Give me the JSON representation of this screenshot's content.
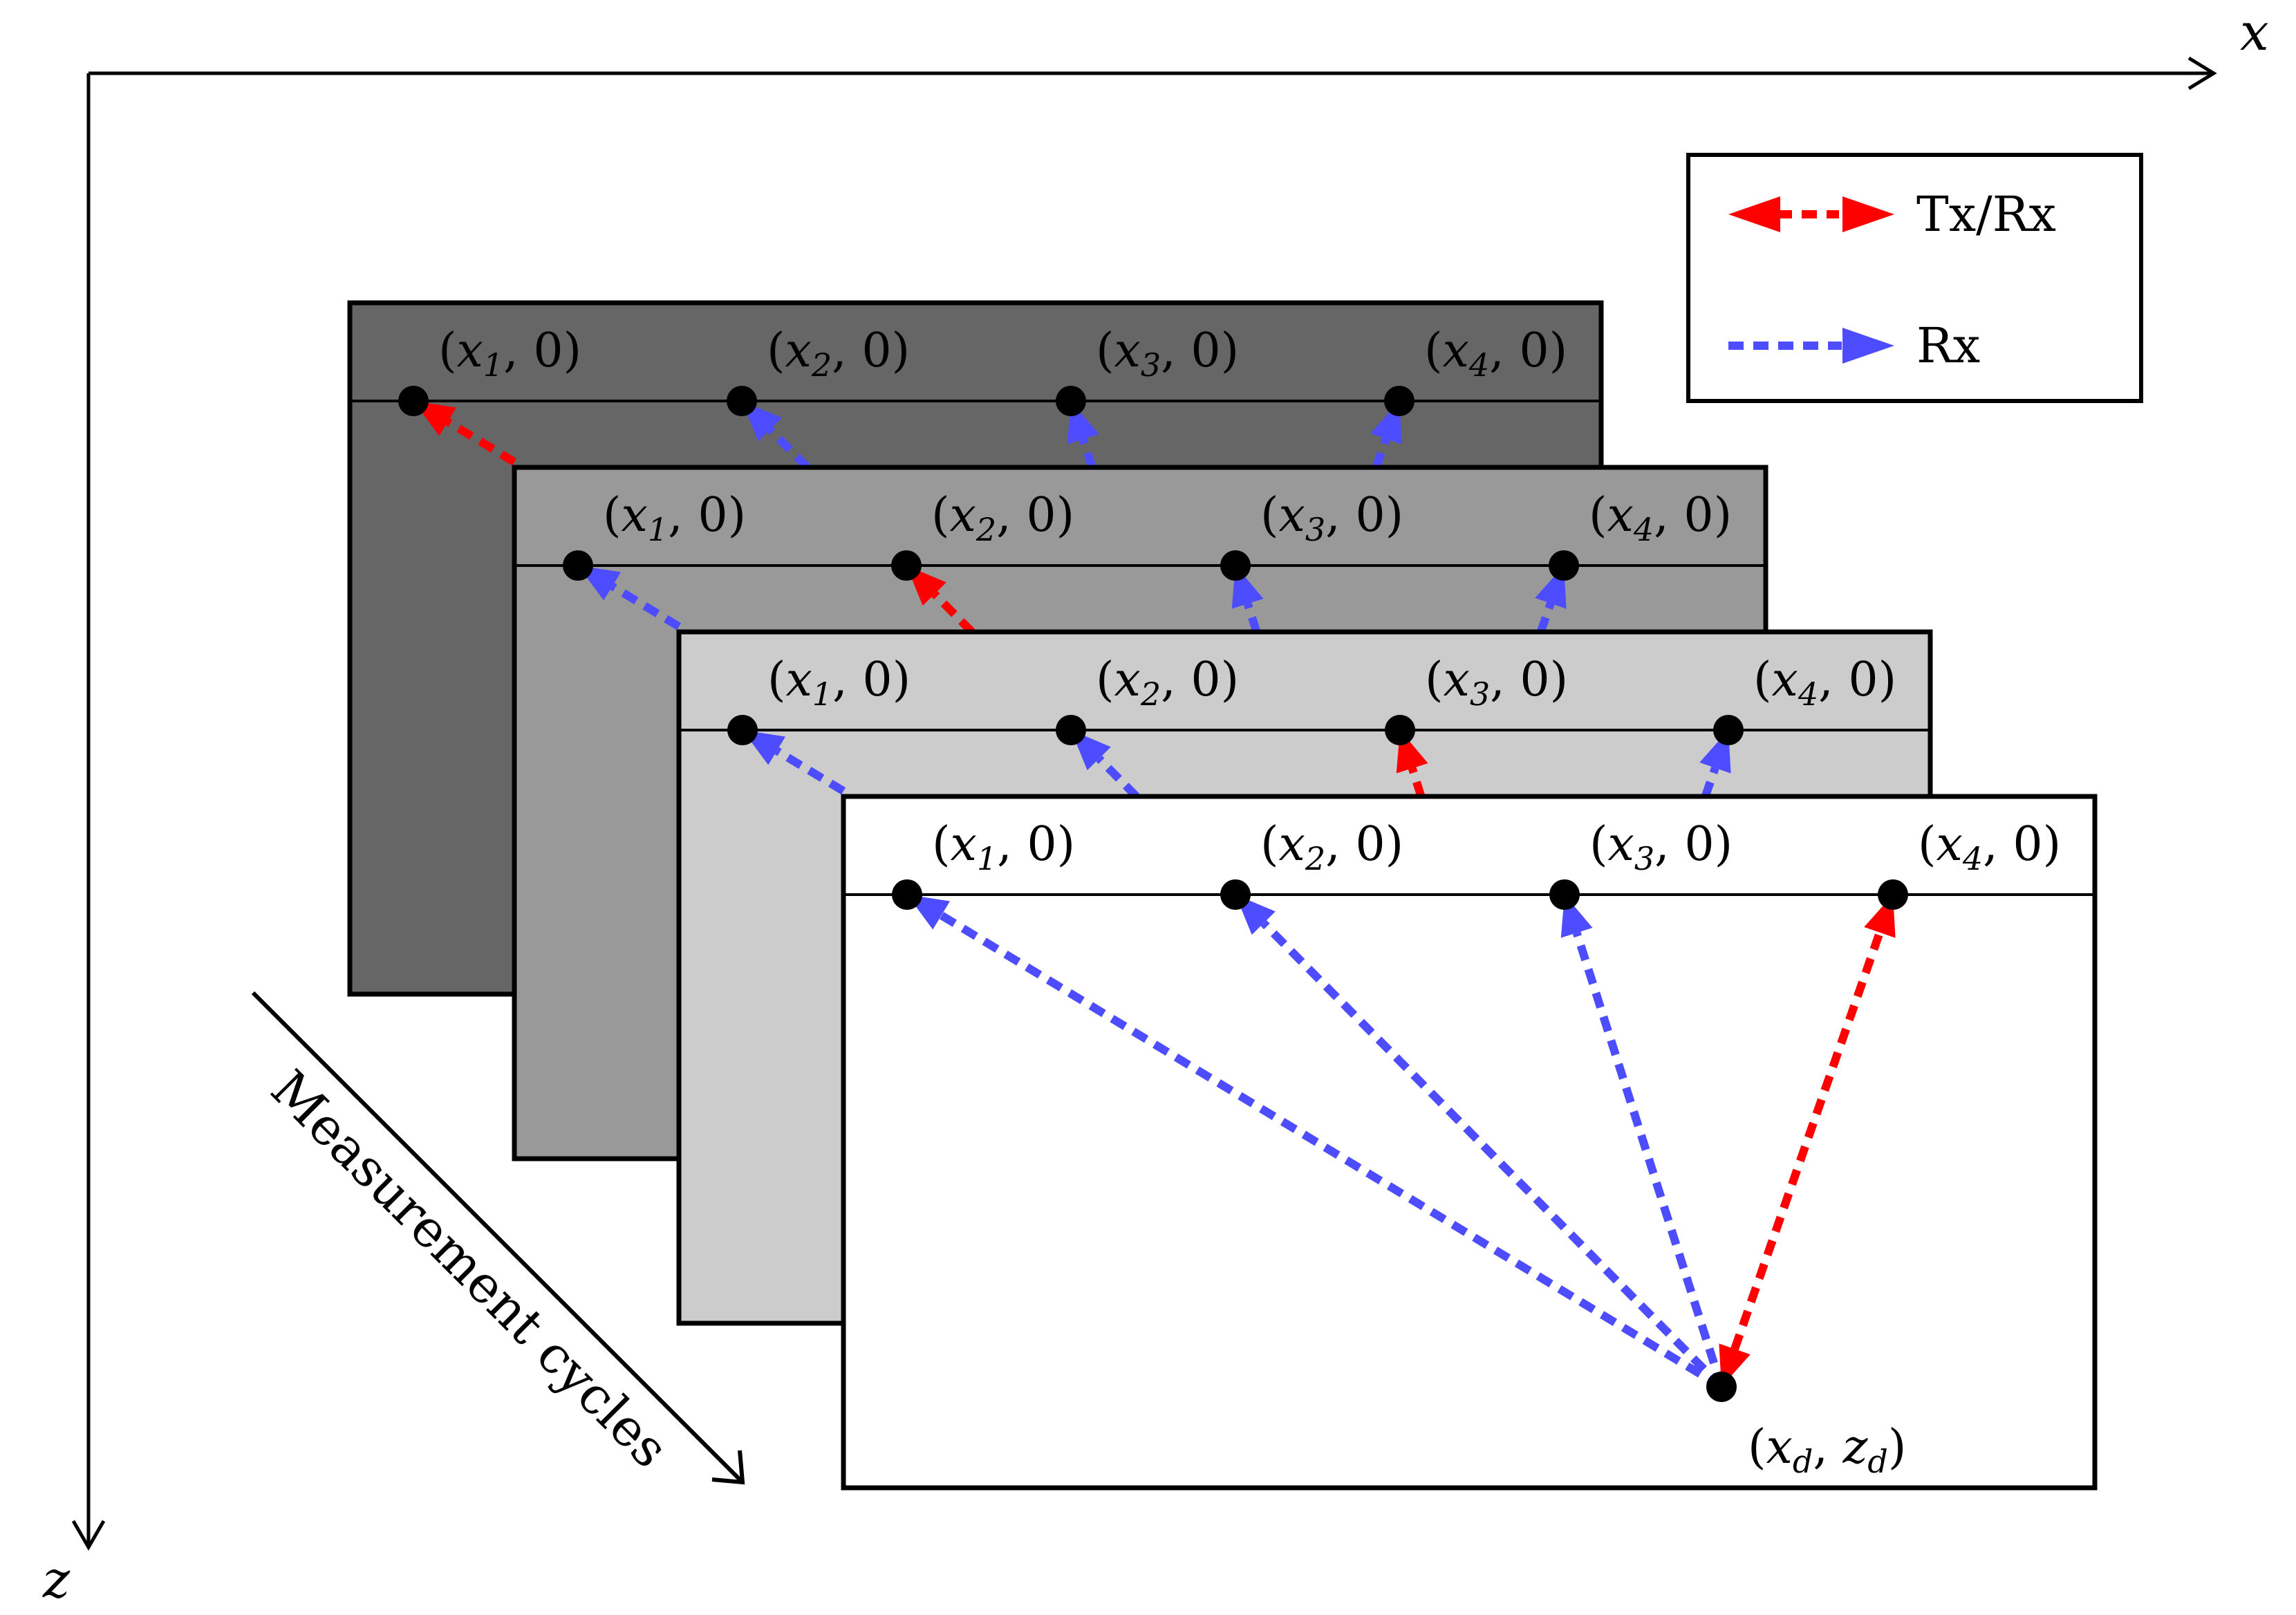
{
  "axes": {
    "x_label": "x",
    "z_label": "z"
  },
  "measurement_label": "Measurement cycles",
  "legend": {
    "items": [
      {
        "label": "Tx/Rx",
        "color": "#ff0000",
        "style": "double-arrow-dashed"
      },
      {
        "label": "Rx",
        "color": "#4d4dff",
        "style": "arrow-dashed"
      }
    ]
  },
  "panels": [
    {
      "fill": "#666666",
      "tx_index": 0
    },
    {
      "fill": "#999999",
      "tx_index": 1
    },
    {
      "fill": "#cccccc",
      "tx_index": 2
    },
    {
      "fill": "#ffffff",
      "tx_index": 3
    }
  ],
  "sensors": [
    {
      "var": "x",
      "sub": "1",
      "rest": ", 0)"
    },
    {
      "var": "x",
      "sub": "2",
      "rest": ", 0)"
    },
    {
      "var": "x",
      "sub": "3",
      "rest": ", 0)"
    },
    {
      "var": "x",
      "sub": "4",
      "rest": ", 0)"
    }
  ],
  "target": {
    "label_x": "x",
    "sub_x": "d",
    "label_z": "z",
    "sub_z": "d"
  },
  "colors": {
    "txrx": "#ff0000",
    "rx": "#4d4dff",
    "dot": "#000000"
  }
}
